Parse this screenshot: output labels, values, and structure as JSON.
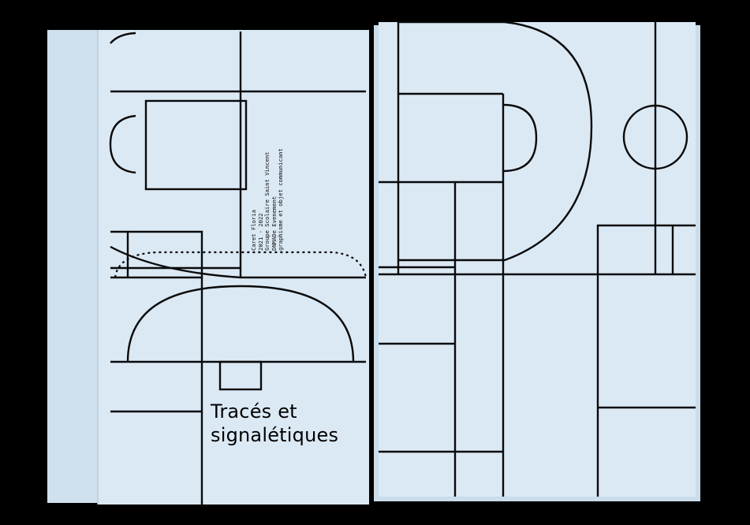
{
  "colors": {
    "background": "#000000",
    "paper": "#dbe9f5",
    "paper_edge": "#cbdceb",
    "ink": "#0a0a0a"
  },
  "cover": {
    "credits": [
      "Caret Floria",
      "2021 - 2022",
      "Groupe Scolaire Saint Vincent",
      "DNMADe Evenement",
      "graphisme et objet communicant"
    ],
    "title_lines": [
      "Tracés et",
      "signalétiques"
    ]
  }
}
